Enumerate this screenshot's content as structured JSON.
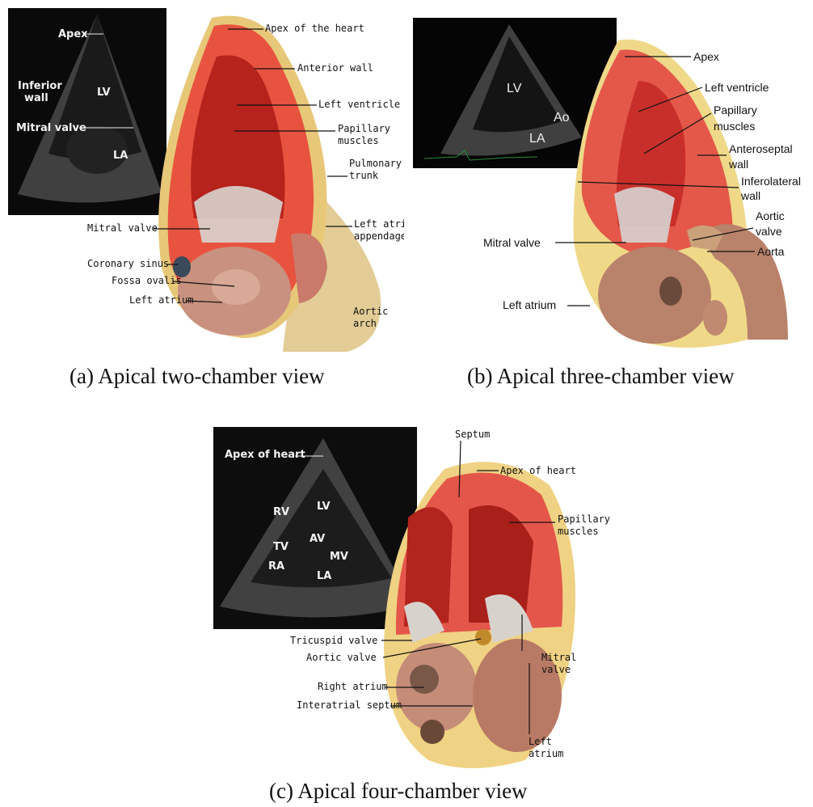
{
  "panel_a": {
    "caption": "(a) Apical two-chamber view",
    "echo_labels": {
      "apex": "Apex",
      "inferior": "Inferior",
      "wall": "wall",
      "lv": "LV",
      "mitral": "Mitral valve",
      "la": "LA"
    },
    "labels": {
      "apex_heart": "Apex of the heart",
      "anterior_wall": "Anterior wall",
      "left_ventricle": "Left ventricle",
      "papillary": "Papillary",
      "muscles": "muscles",
      "pulmonary": "Pulmonary",
      "trunk": "trunk",
      "left_atrial": "Left atrial",
      "appendage": "appendage",
      "mitral_valve": "Mitral valve",
      "coronary_sinus": "Coronary sinus",
      "fossa_ovalis": "Fossa ovalis",
      "left_atrium": "Left atrium",
      "aortic": "Aortic",
      "arch": "arch"
    }
  },
  "panel_b": {
    "caption": "(b) Apical three-chamber view",
    "echo_labels": {
      "lv": "LV",
      "ao": "Ao",
      "la": "LA"
    },
    "labels": {
      "apex": "Apex",
      "left_ventricle": "Left ventricle",
      "papillary": "Papillary",
      "muscles": "muscles",
      "anteroseptal": "Anteroseptal",
      "wall1": "wall",
      "inferolateral": "Inferolateral",
      "wall2": "wall",
      "aortic": "Aortic",
      "valve": "valve",
      "aorta": "Aorta",
      "mitral_valve": "Mitral valve",
      "left_atrium": "Left atrium"
    }
  },
  "panel_c": {
    "caption": "(c) Apical four-chamber view",
    "echo_labels": {
      "apex": "Apex of heart",
      "rv": "RV",
      "lv": "LV",
      "tv": "TV",
      "av": "AV",
      "ra": "RA",
      "mv": "MV",
      "la": "LA"
    },
    "labels": {
      "septum": "Septum",
      "apex_heart": "Apex of heart",
      "papillary": "Papillary",
      "muscles": "muscles",
      "tricuspid": "Tricuspid valve",
      "aortic_valve": "Aortic valve",
      "mitral": "Mitral",
      "valve": "valve",
      "right_atrium": "Right atrium",
      "interatrial": "Interatrial septum",
      "left": "Left",
      "atrium": "atrium"
    }
  }
}
